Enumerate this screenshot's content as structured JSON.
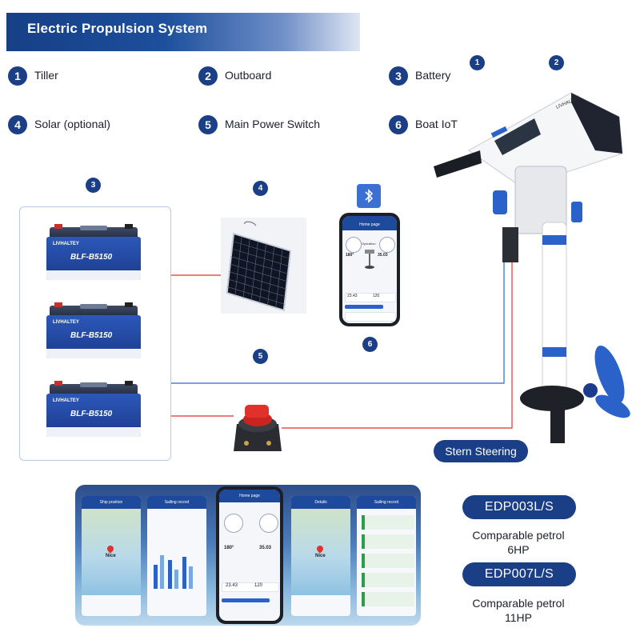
{
  "title": "Electric Propulsion System",
  "legend": [
    {
      "num": "1",
      "label": "Tiller"
    },
    {
      "num": "2",
      "label": "Outboard"
    },
    {
      "num": "3",
      "label": "Battery"
    },
    {
      "num": "4",
      "label": "Solar (optional)"
    },
    {
      "num": "5",
      "label": "Main Power Switch"
    },
    {
      "num": "6",
      "label": "Boat IoT"
    }
  ],
  "markers": {
    "tiller": "1",
    "outboard": "2",
    "battery": "3",
    "solar": "4",
    "switch": "5",
    "iot": "6"
  },
  "battery": {
    "brand": "LIVHALTEY",
    "model": "BLF-B5150",
    "count": 3
  },
  "outboard_brand": "LIVHALTEY",
  "stern_label": "Stern Steering",
  "phone": {
    "header": "Home page",
    "operation": "Operation",
    "heading": "180°",
    "speed": "35.03",
    "remaining": "23.43",
    "capacity": "120"
  },
  "app_screens": {
    "ship_position": "Ship position",
    "sailing_record": "Sailing record",
    "home_page": "Home page",
    "details": "Details",
    "location": "Nice"
  },
  "models": [
    {
      "name": "EDP003L/S",
      "line1": "Comparable petrol",
      "line2": "6HP"
    },
    {
      "name": "EDP007L/S",
      "line1": "Comparable petrol",
      "line2": "11HP"
    }
  ],
  "colors": {
    "brand": "#1a3f86",
    "wire_red": "#e0322b",
    "wire_blue": "#2f67c9"
  }
}
